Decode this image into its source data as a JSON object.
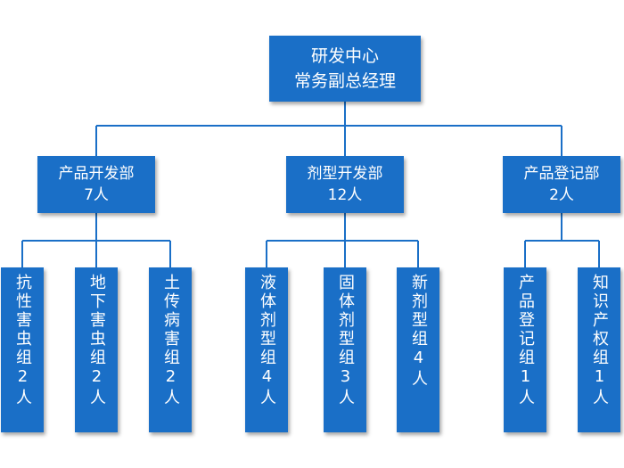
{
  "root": {
    "line1": "研发中心",
    "line2": "常务副总经理"
  },
  "departments": [
    {
      "name": "产品开发部",
      "count": "7人"
    },
    {
      "name": "剂型开发部",
      "count": "12人"
    },
    {
      "name": "产品登记部",
      "count": "2人"
    }
  ],
  "teams": [
    "抗性害虫组2人",
    "地下害虫组2人",
    "土传病害组2人",
    "液体剂型组4人",
    "固体剂型组3人",
    "新剂型组4人",
    "产品登记组1人",
    "知识产权组1人"
  ],
  "colors": {
    "box_fill": "#1a6fc7",
    "line": "#1a6fc7",
    "text": "#ffffff"
  }
}
